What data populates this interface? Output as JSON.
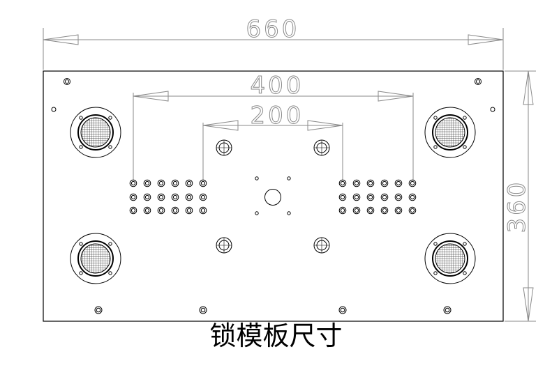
{
  "dimensions": {
    "overall_width": "660",
    "outer_holes_span": "400",
    "inner_holes_span": "200",
    "overall_height": "360"
  },
  "caption": "锁模板尺寸",
  "colors": {
    "outline": "#000000",
    "dimension_line": "#8a8a8a",
    "background": "#ffffff"
  }
}
